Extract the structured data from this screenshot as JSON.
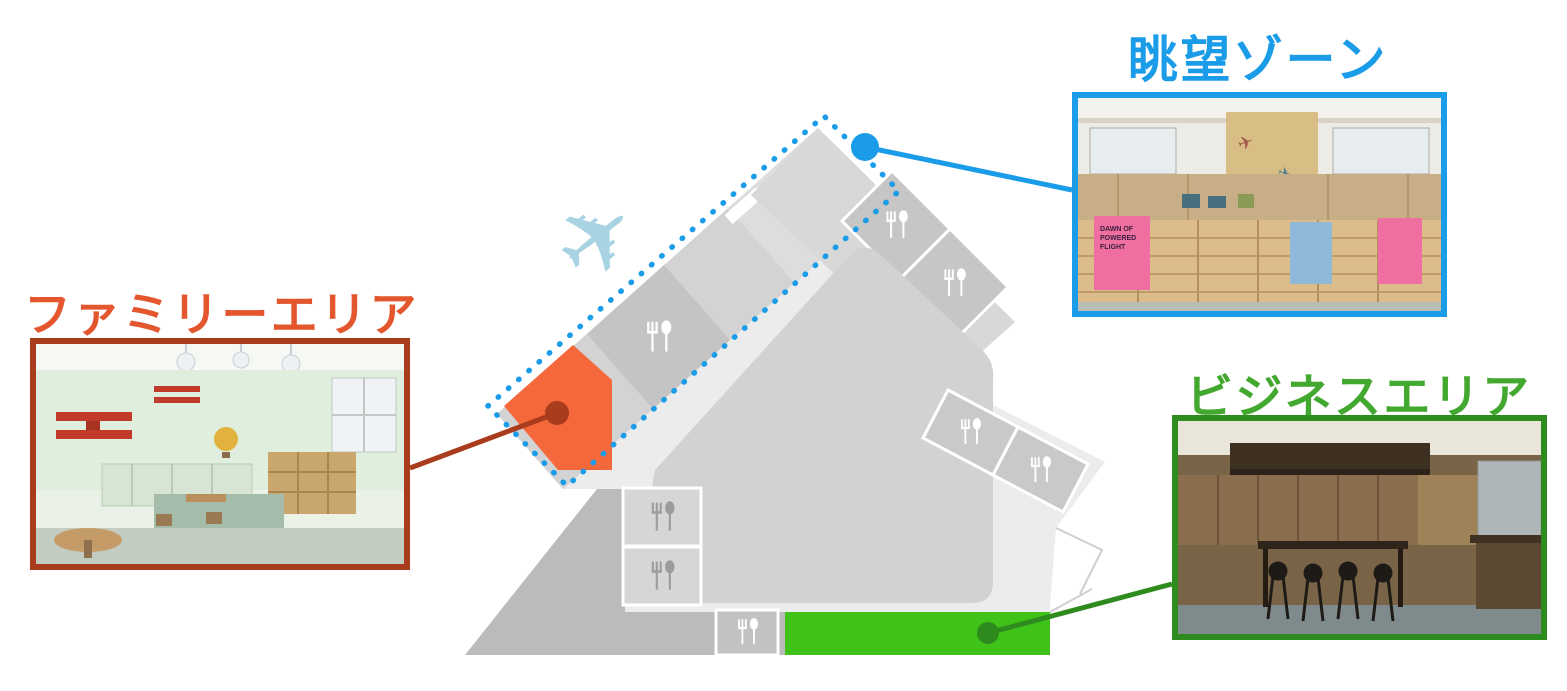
{
  "figure": {
    "background": "#FFFFFF",
    "description_labels": 3
  },
  "zones": {
    "view": {
      "label": "眺望ゾーン",
      "accent": "#1B9CE8"
    },
    "family": {
      "label": "ファミリーエリア",
      "accent": "#E4572E",
      "connector": "#A93C1C",
      "highlight": "#F4683C"
    },
    "business": {
      "label": "ビジネスエリア",
      "accent": "#43A82F",
      "connector": "#2E8B1E",
      "highlight": "#3FC319"
    }
  },
  "plan": {
    "airplane_glyph": "✈",
    "dining_icon": "fork-and-spoon",
    "dining_icon_count": 8,
    "colors": {
      "base": "#ECECEC",
      "wing": "#D3D3D3",
      "band": "#D8D8D8",
      "strip": "#C4C4C4",
      "blob": "#D2D2D2",
      "dark_bottom": "#BBBBBB",
      "kiosk_box": "#C6C6C6",
      "dotted_outline": "#1B9CE8"
    }
  },
  "photos": {
    "view": {
      "poster_text": "DAWN OF POWERED FLIGHT"
    }
  }
}
